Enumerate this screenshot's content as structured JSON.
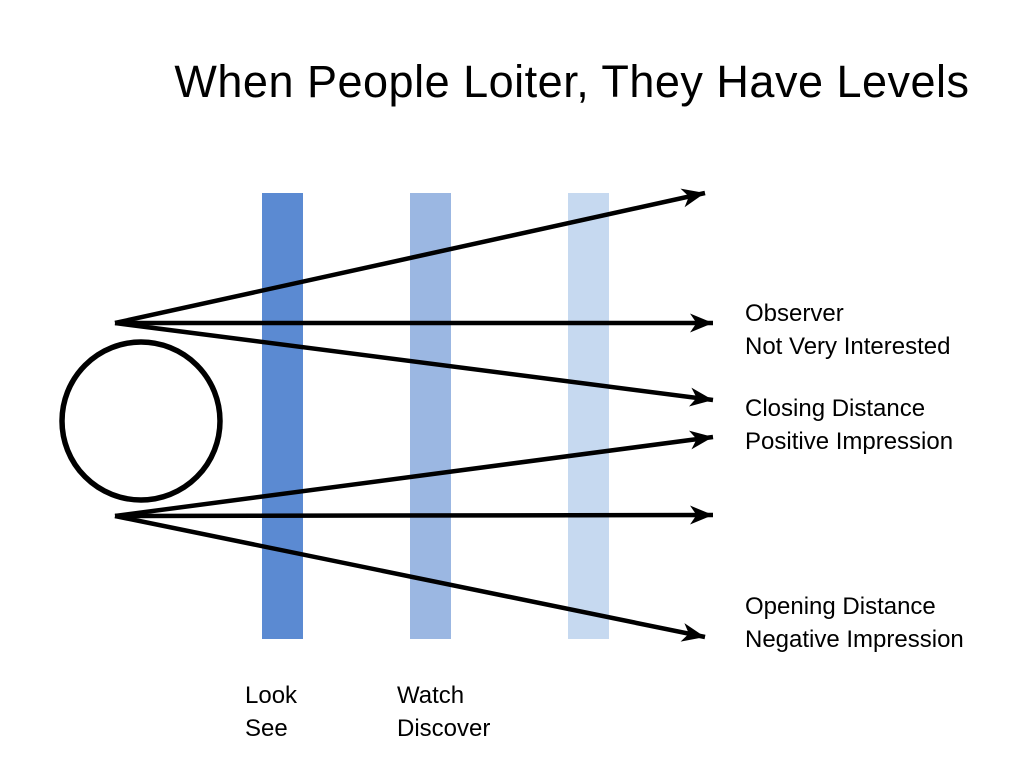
{
  "title": "When People Loiter, They Have Levels",
  "colors": {
    "background": "#ffffff",
    "ink": "#000000",
    "arrow": "#000000",
    "circle_fill": "#ffffff"
  },
  "zone_bars": [
    {
      "name": "zone-bar-1",
      "color": "#5b8ad2"
    },
    {
      "name": "zone-bar-2",
      "color": "#9bb7e2"
    },
    {
      "name": "zone-bar-3",
      "color": "#c6d9f0"
    }
  ],
  "zone_labels": [
    {
      "line1": "Look",
      "line2": "See"
    },
    {
      "line1": "Watch",
      "line2": "Discover"
    }
  ],
  "arrow_labels": [
    {
      "line1": "Observer",
      "line2": "Not Very Interested"
    },
    {
      "line1": "Closing Distance",
      "line2": "Positive Impression"
    },
    {
      "line1": "Opening Distance",
      "line2": "Negative Impression"
    }
  ]
}
